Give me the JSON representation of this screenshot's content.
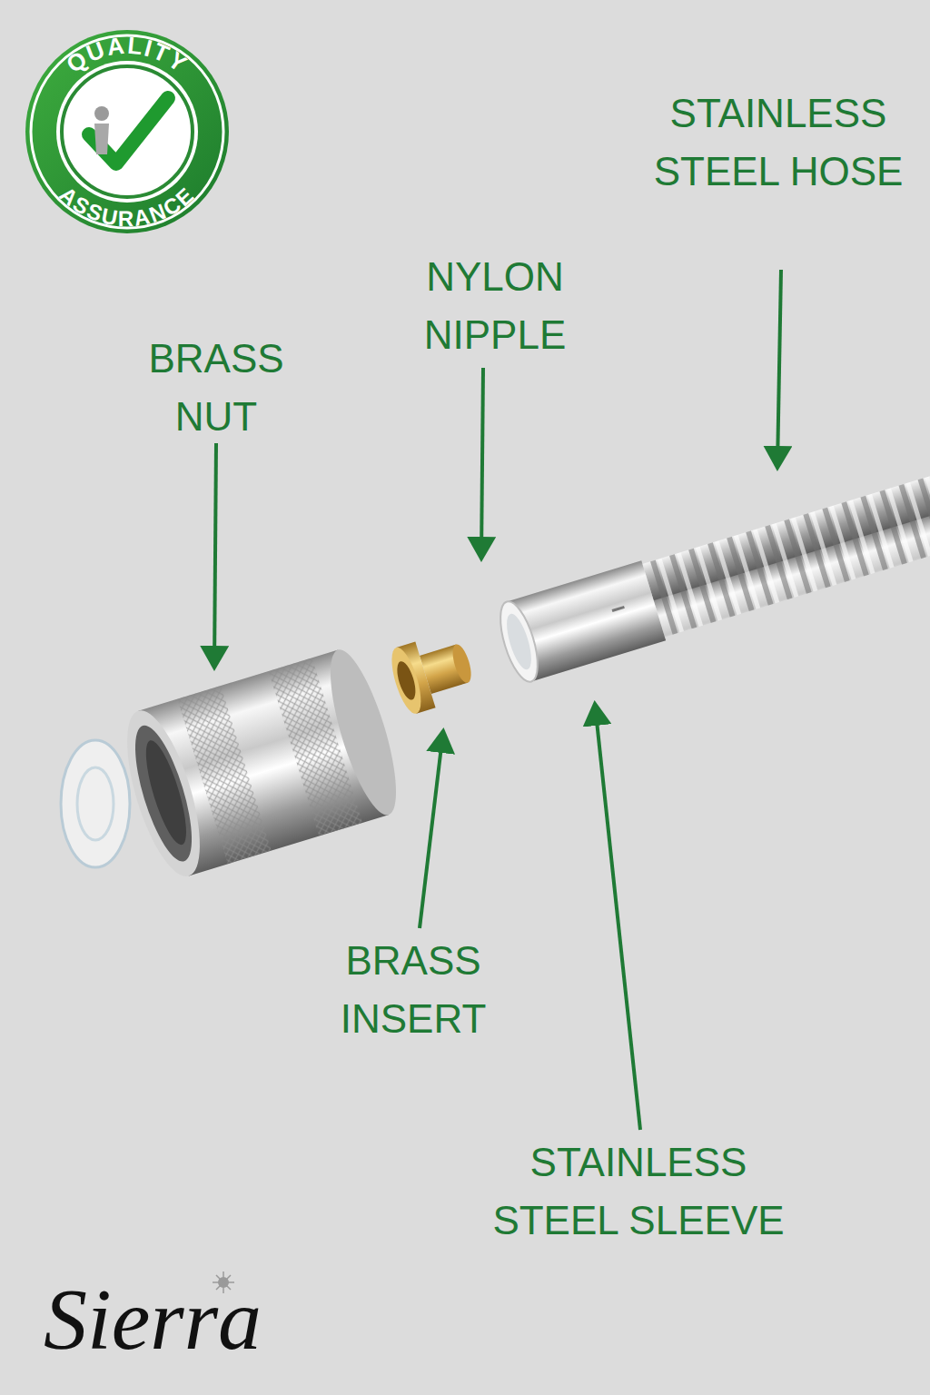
{
  "diagram": {
    "labels": [
      "QUALITY",
      "ASSURANCE",
      "STAINLESS STEEL HOSE",
      "NYLON NIPPLE",
      "BRASS NUT",
      "BRASS INSERT",
      "STAINLESS STEEL SLEEVE",
      "Sierra"
    ]
  }
}
